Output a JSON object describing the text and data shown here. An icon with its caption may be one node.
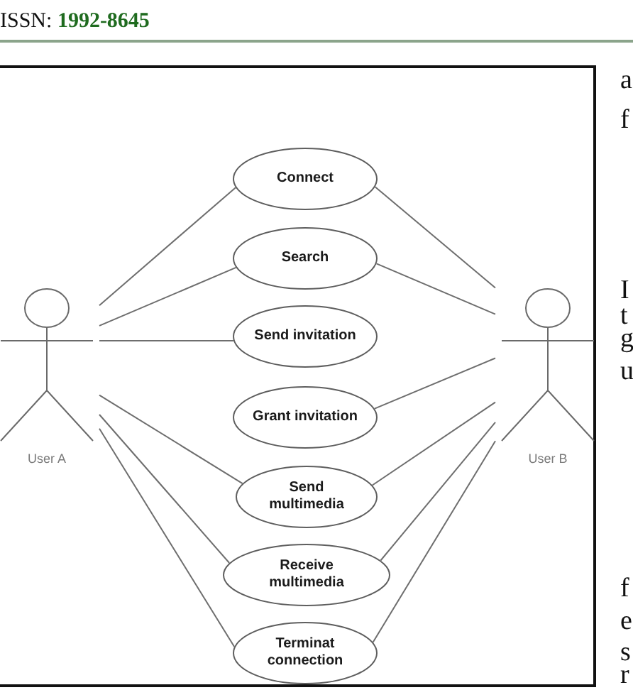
{
  "diagram": {
    "nodes": [
      {
        "text": [
          "User A"
        ]
      },
      {
        "text": [
          "Connect"
        ]
      },
      {
        "text": [
          "Search"
        ]
      },
      {
        "text": [
          "Send invitation"
        ]
      },
      {
        "text": [
          "Grant invitation"
        ]
      },
      {
        "text": [
          "Send multimedia"
        ]
      },
      {
        "text": [
          "Receive multimedia"
        ]
      },
      {
        "text": [
          "Terminat connection"
        ]
      },
      {
        "text": [
          "User B"
        ]
      }
    ],
    "edges": [
      {
        "from": 0,
        "to": 1,
        "arrow": "none"
      },
      {
        "from": 0,
        "to": 2,
        "arrow": "none"
      },
      {
        "from": 0,
        "to": 3,
        "arrow": "none"
      },
      {
        "from": 0,
        "to": 5,
        "arrow": "none"
      },
      {
        "from": 0,
        "to": 6,
        "arrow": "none"
      },
      {
        "from": 0,
        "to": 7,
        "arrow": "none"
      },
      {
        "from": 8,
        "to": 1,
        "arrow": "none"
      },
      {
        "from": 8,
        "to": 2,
        "arrow": "none"
      },
      {
        "from": 8,
        "to": 4,
        "arrow": "none"
      },
      {
        "from": 8,
        "to": 5,
        "arrow": "none"
      },
      {
        "from": 8,
        "to": 6,
        "arrow": "none"
      },
      {
        "from": 8,
        "to": 7,
        "arrow": "none"
      }
    ],
    "labels": [
      "ISSN: **1992-8645**",
      "a",
      "f",
      "I",
      "t",
      "g",
      "u",
      "f",
      "e",
      "s",
      "r"
    ]
  }
}
